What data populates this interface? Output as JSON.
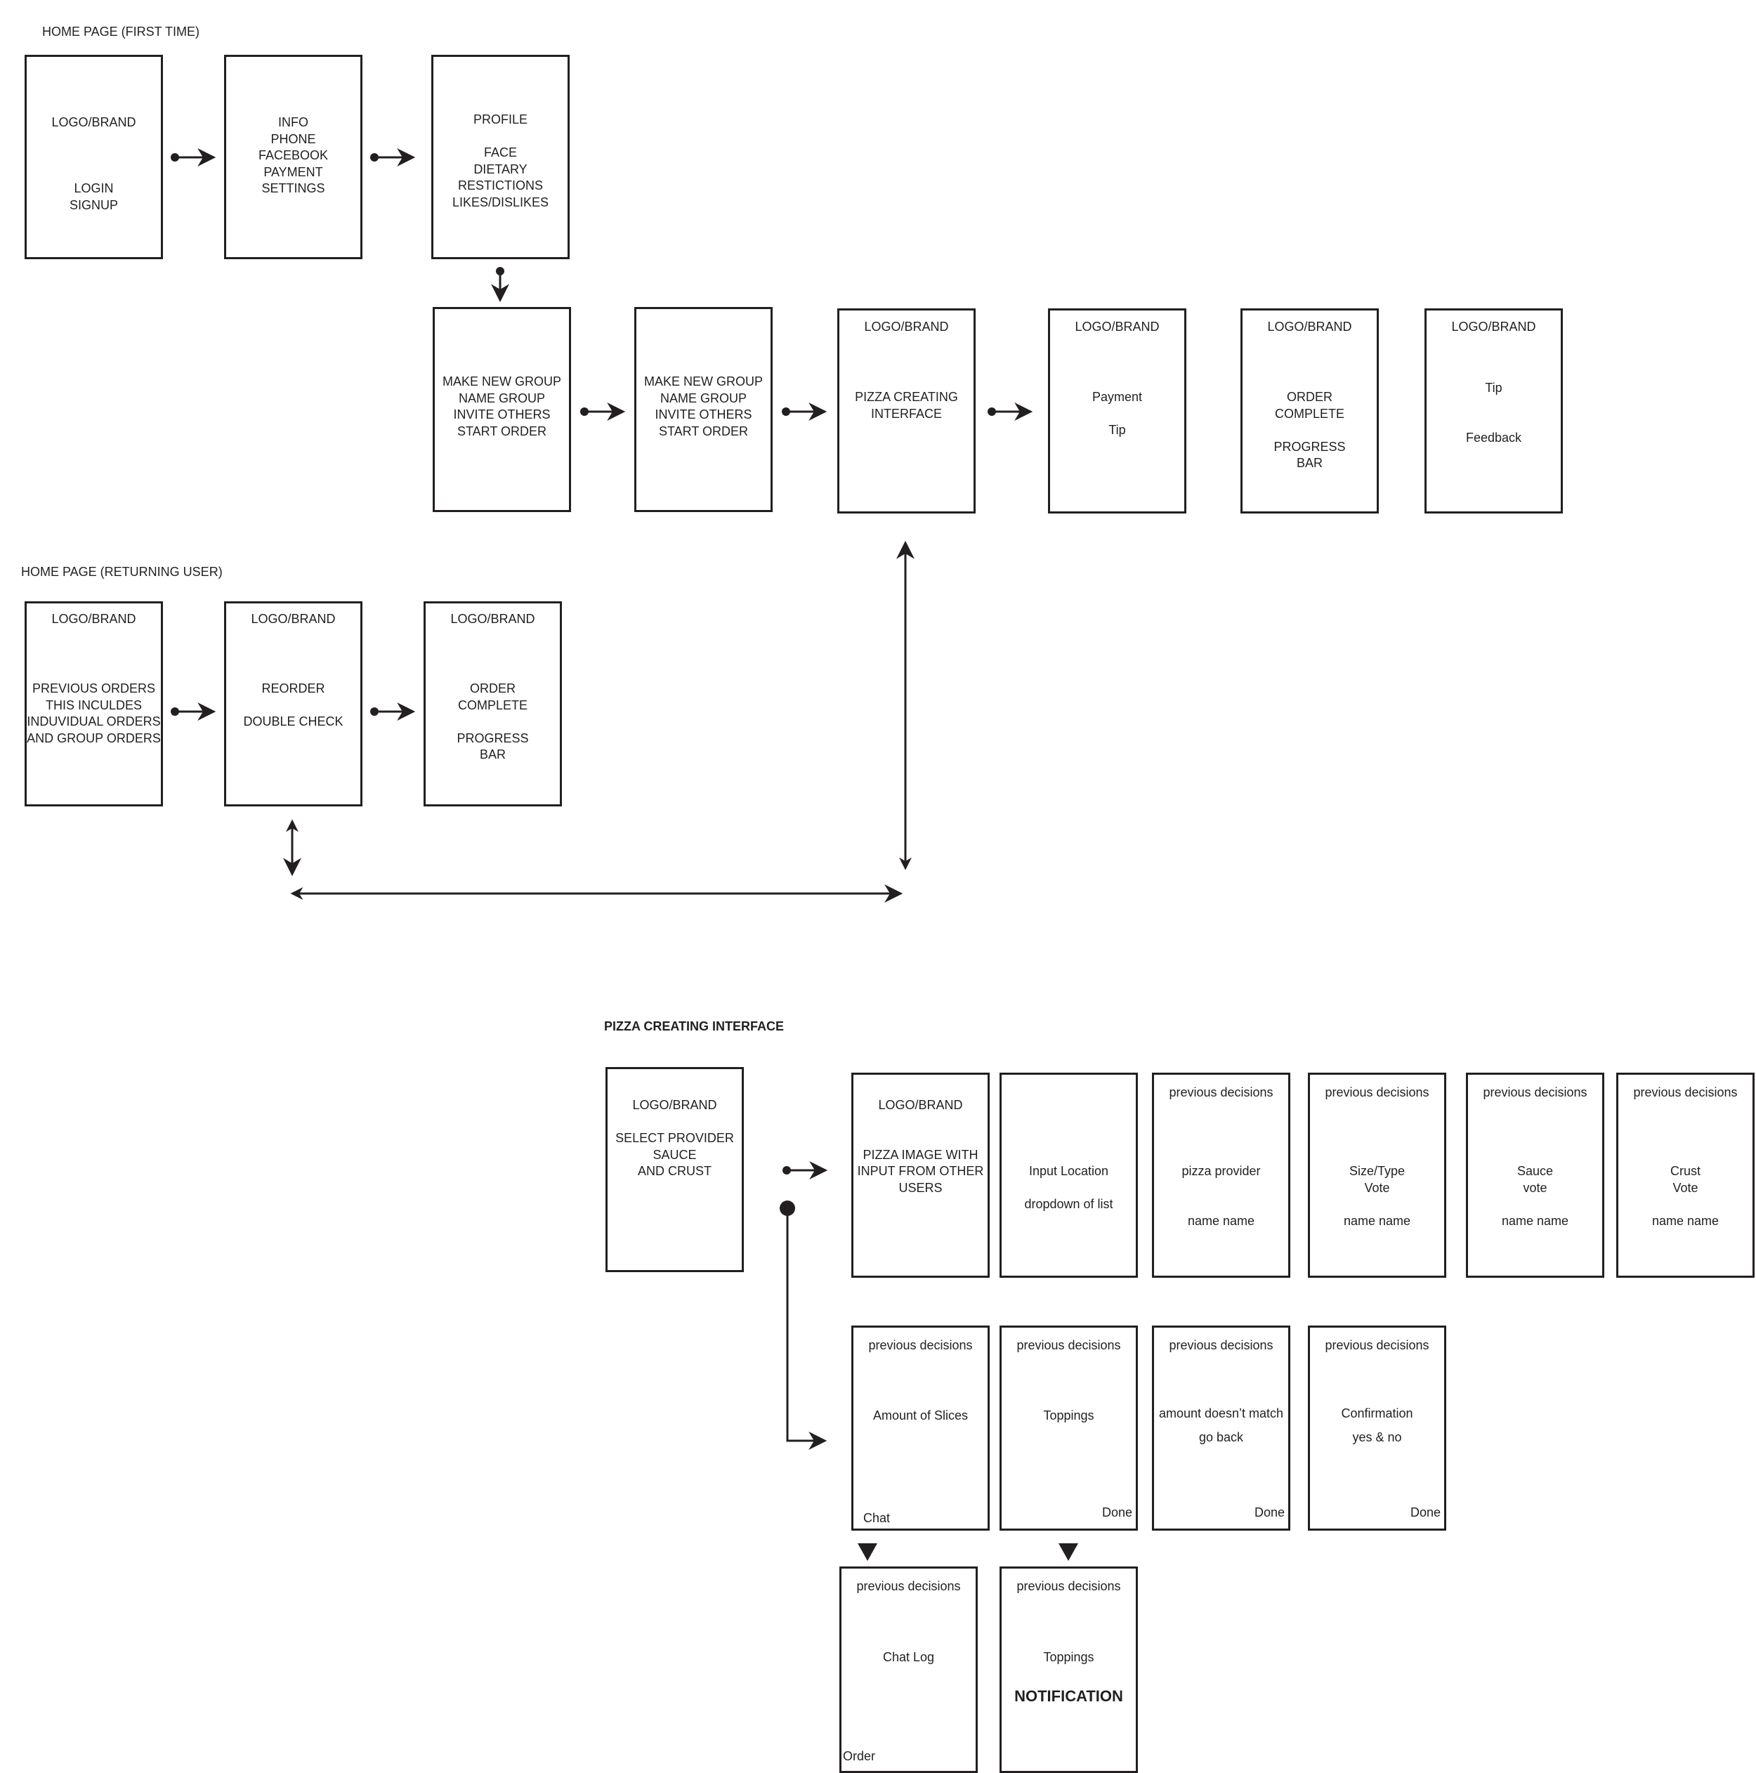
{
  "labels": {
    "home_first": "HOME PAGE\n(FIRST TIME)",
    "home_returning": "HOME PAGE\n(RETURNING USER)",
    "pizza_section": "PIZZA CREATING\nINTERFACE"
  },
  "screens": {
    "home_first": {
      "text": "LOGO/BRAND\n\n\n\nLOGIN\nSIGNUP"
    },
    "info": {
      "text": "INFO\nPHONE\nFACEBOOK\nPAYMENT\nSETTINGS"
    },
    "profile": {
      "text": "PROFILE\n\nFACE\nDIETARY RESTICTIONS\nLIKES/DISLIKES"
    },
    "group1": {
      "text": "MAKE NEW GROUP\nNAME GROUP\nINVITE OTHERS\nSTART ORDER"
    },
    "group2": {
      "text": "MAKE NEW GROUP\nNAME GROUP\nINVITE OTHERS\nSTART ORDER"
    },
    "pizza_iface": {
      "top": "LOGO/BRAND",
      "text": "PIZZA CREATING\nINTERFACE"
    },
    "payment": {
      "top": "LOGO/BRAND",
      "text": "Payment\n\nTip"
    },
    "order_complete_1": {
      "top": "LOGO/BRAND",
      "text": "ORDER\nCOMPLETE\n\nPROGRESS\nBAR"
    },
    "tip": {
      "top": "LOGO/BRAND",
      "text": "Tip\n\n\nFeedback"
    },
    "home_returning": {
      "top": "LOGO/BRAND",
      "text": "PREVIOUS ORDERS\nTHIS INCULDES\nINDUVIDUAL ORDERS\nAND GROUP ORDERS"
    },
    "reorder": {
      "top": "LOGO/BRAND",
      "text": "REORDER\n\nDOUBLE CHECK"
    },
    "order_complete_2": {
      "top": "LOGO/BRAND",
      "text": "ORDER\nCOMPLETE\n\nPROGRESS\nBAR"
    },
    "select_provider": {
      "text": "LOGO/BRAND\n\nSELECT PROVIDER\nSAUCE\nAND CRUST"
    },
    "pizza_image": {
      "text": "LOGO/BRAND\n\n\nPIZZA IMAGE WITH\nINPUT FROM OTHER\nUSERS"
    },
    "input_location": {
      "text": "Input Location\n\ndropdown of list"
    },
    "provider": {
      "top": "previous decisions",
      "text": "pizza provider\n\n\nname   name"
    },
    "size": {
      "top": "previous decisions",
      "text": "Size/Type\nVote\n\nname   name"
    },
    "sauce": {
      "top": "previous decisions",
      "text": "Sauce\nvote\n\nname   name"
    },
    "crust": {
      "top": "previous decisions",
      "text": "Crust\nVote\n\nname   name"
    },
    "slices": {
      "top": "previous decisions",
      "text": "Amount of Slices",
      "corner": "Chat"
    },
    "toppings": {
      "top": "previous decisions",
      "text": "Toppings",
      "corner": "Done"
    },
    "mismatch": {
      "top": "previous decisions",
      "text": "amount doesn’t match\n\ngo back",
      "corner": "Done"
    },
    "confirmation": {
      "top": "previous decisions",
      "text": "Confirmation\n\nyes & no",
      "corner": "Done"
    },
    "chat_log": {
      "top": "previous decisions",
      "text": "Chat Log",
      "corner": "Order"
    },
    "toppings_notif": {
      "top": "previous decisions",
      "text": "Toppings",
      "big": "NOTIFICATION"
    }
  }
}
